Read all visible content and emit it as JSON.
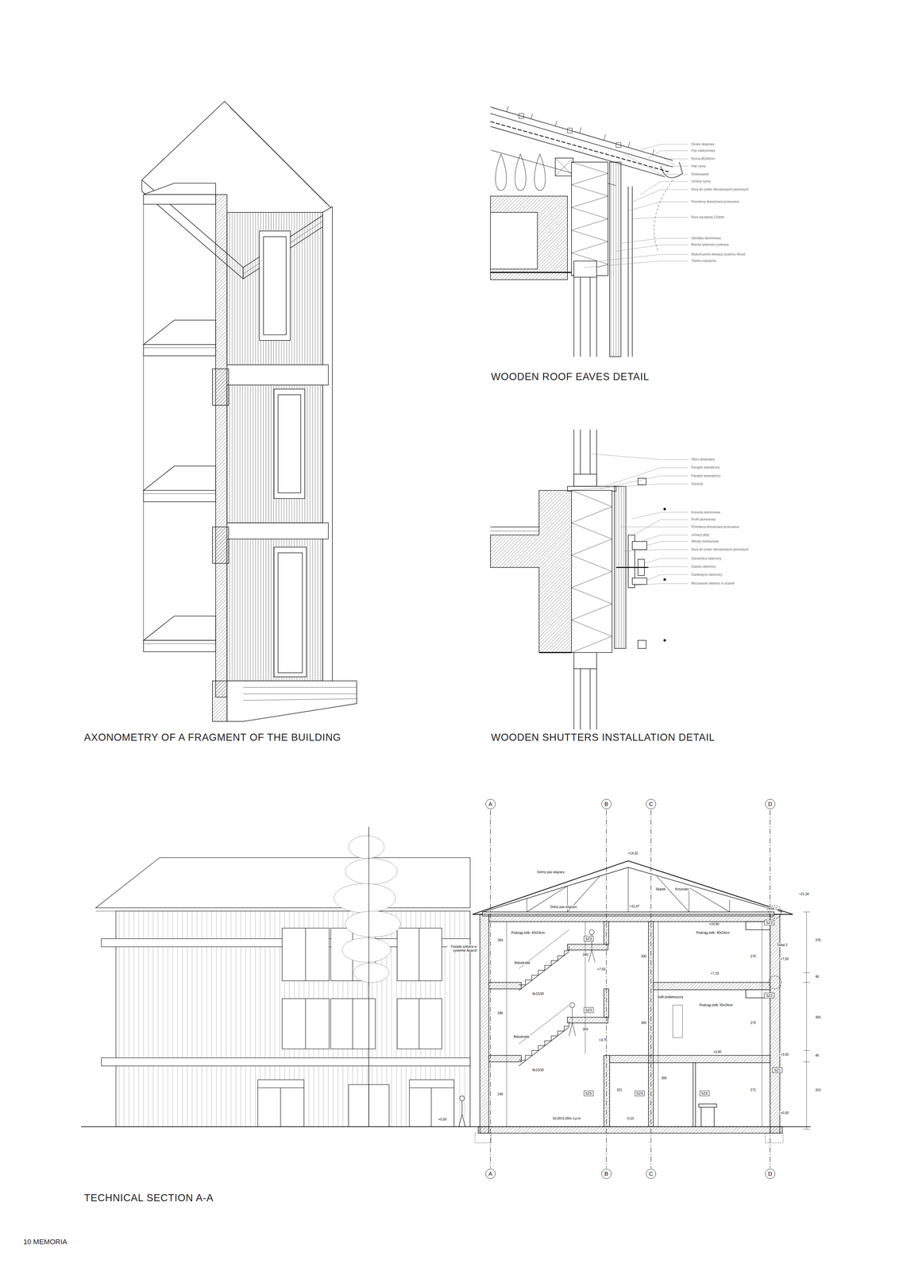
{
  "diagram": {
    "nodes": [
      {
        "text": [
          "A"
        ]
      },
      {
        "text": [
          "B"
        ]
      },
      {
        "text": [
          "C"
        ]
      },
      {
        "text": [
          "D"
        ]
      },
      {
        "text": [
          "SZ3"
        ]
      },
      {
        "text": [
          "SZ3"
        ]
      },
      {
        "text": [
          "SZ2"
        ]
      },
      {
        "text": [
          "SZ3"
        ]
      },
      {
        "text": [
          "SZ1"
        ]
      },
      {
        "text": [
          "SZ5"
        ]
      },
      {
        "text": [
          "SZ4"
        ]
      },
      {
        "text": [
          "SZ6"
        ]
      },
      {
        "text": [
          "A"
        ]
      },
      {
        "text": [
          "B"
        ]
      },
      {
        "text": [
          "C"
        ]
      },
      {
        "text": [
          "D"
        ]
      }
    ],
    "edges": [
      {
        "from": 0,
        "to": 12,
        "arrow": "none"
      },
      {
        "from": 1,
        "to": 13,
        "arrow": "none"
      },
      {
        "from": 2,
        "to": 14,
        "arrow": "none"
      },
      {
        "from": 3,
        "to": 15,
        "arrow": "none"
      }
    ],
    "labels": [
      "Deska okapowa",
      "Pas nadrynnowy",
      "Rynna Ø180mm",
      "Hak rynny",
      "Deskowanie",
      "Uchwyt rynny",
      "Rura do rynien drenażowych pionowych",
      "Przesłona drenażowa przesuwna",
      "Rura spustowa 110mm",
      "Obróbka aluminiowa",
      "Blacha tytanowo-cynkowa",
      "Wykończenie elewacji systemu Wood",
      "Taśma rozprężna",
      "WOODEN ROOF EAVES DETAIL",
      "Okno drewniane",
      "Parapet zewnętrzny",
      "Parapet wewnętrzny",
      "Ościeże",
      "Konsola aluminiowa",
      "Profil aluminiowy",
      "Przesłona drenażowa przesuwna",
      "Uchwyt płyty",
      "Wkręty montażowe",
      "Rura do rynien drenażowych pionowych",
      "Ościeżnica okiennicy",
      "Zawias okiennicy",
      "Zamknięcie okiennicy",
      "Mocowanie okiennic w ścianie",
      "AXONOMETRY OF A FRAGMENT OF THE BUILDING",
      "WOODEN SHUTTERS INSTALLATION DETAIL",
      "+14,32",
      "Górny pas wiązara",
      "Słupek",
      "Krzyżulec",
      "+11,34",
      "+11,47",
      "Dolny pas wiązara",
      "Detal 1",
      "+10,90",
      "Podciąg żelb. 40x24cm",
      "Podciąg żelb. 40x24cm",
      "354",
      "376",
      "Detal 2",
      "Fasada szklana w systemie Aluprof",
      "340",
      "300",
      "270",
      "+7,50",
      "Balustrada",
      "+7,50",
      "+7,15",
      "45",
      "Sufit podwieszony",
      "Podciąg żelb. 55x24cm",
      "8x15/30",
      "285",
      "350",
      "360",
      "300",
      "270",
      "Balustrada",
      "+3,75",
      "+3,40",
      "+3,50",
      "45",
      "8x15/30",
      "300",
      "321",
      "271",
      "310",
      "240",
      "+0,00",
      "+0,00",
      "±0,00=2,00m n.p.m",
      "-0,10",
      "TECHNICAL SECTION A-A",
      "10 MEMORIA"
    ]
  }
}
